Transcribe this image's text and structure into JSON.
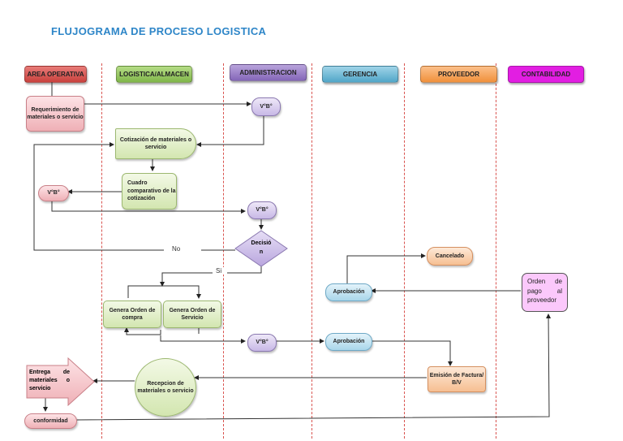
{
  "title": "FLUJOGRAMA DE PROCESO LOGISTICA",
  "lanes": [
    {
      "label": "AREA OPERATIVA",
      "color": "#d9534f"
    },
    {
      "label": "LOGISTICA/ALMACEN",
      "color": "#8cc152"
    },
    {
      "label": "ADMINISTRACION",
      "color": "#8e6cc0"
    },
    {
      "label": "GERENCIA",
      "color": "#5bb0d0"
    },
    {
      "label": "PROVEEDOR",
      "color": "#f39c4a"
    },
    {
      "label": "CONTABILIDAD",
      "color": "#e020e0"
    }
  ],
  "nodes": {
    "requerimiento": "Requerimiento de materiales o servicio",
    "vobo_admin_1": "V°B°",
    "cotizacion": "Cotización de materiales o servicio",
    "cuadro": "Cuadro comparativo de la cotización",
    "vobo_operativa": "V°B°",
    "vobo_admin_2": "V°B°",
    "decision": "Decisión",
    "genera_compra": "Genera Orden de compra",
    "genera_servicio": "Genera Orden de Servicio",
    "vobo_admin_3": "V°B°",
    "aprobacion_1": "Aprobación",
    "aprobacion_2": "Aprobación",
    "cancelado": "Cancelado",
    "orden_pago": "Orden de pago al proveedor",
    "emision": "Emisión de Factura/ B/V",
    "recepcion": "Recepcion de materiales o servicio",
    "entrega": "Entrega de materiales o servicio",
    "conformidad": "conformidad"
  },
  "edge_labels": {
    "no": "No",
    "si": "Si"
  }
}
